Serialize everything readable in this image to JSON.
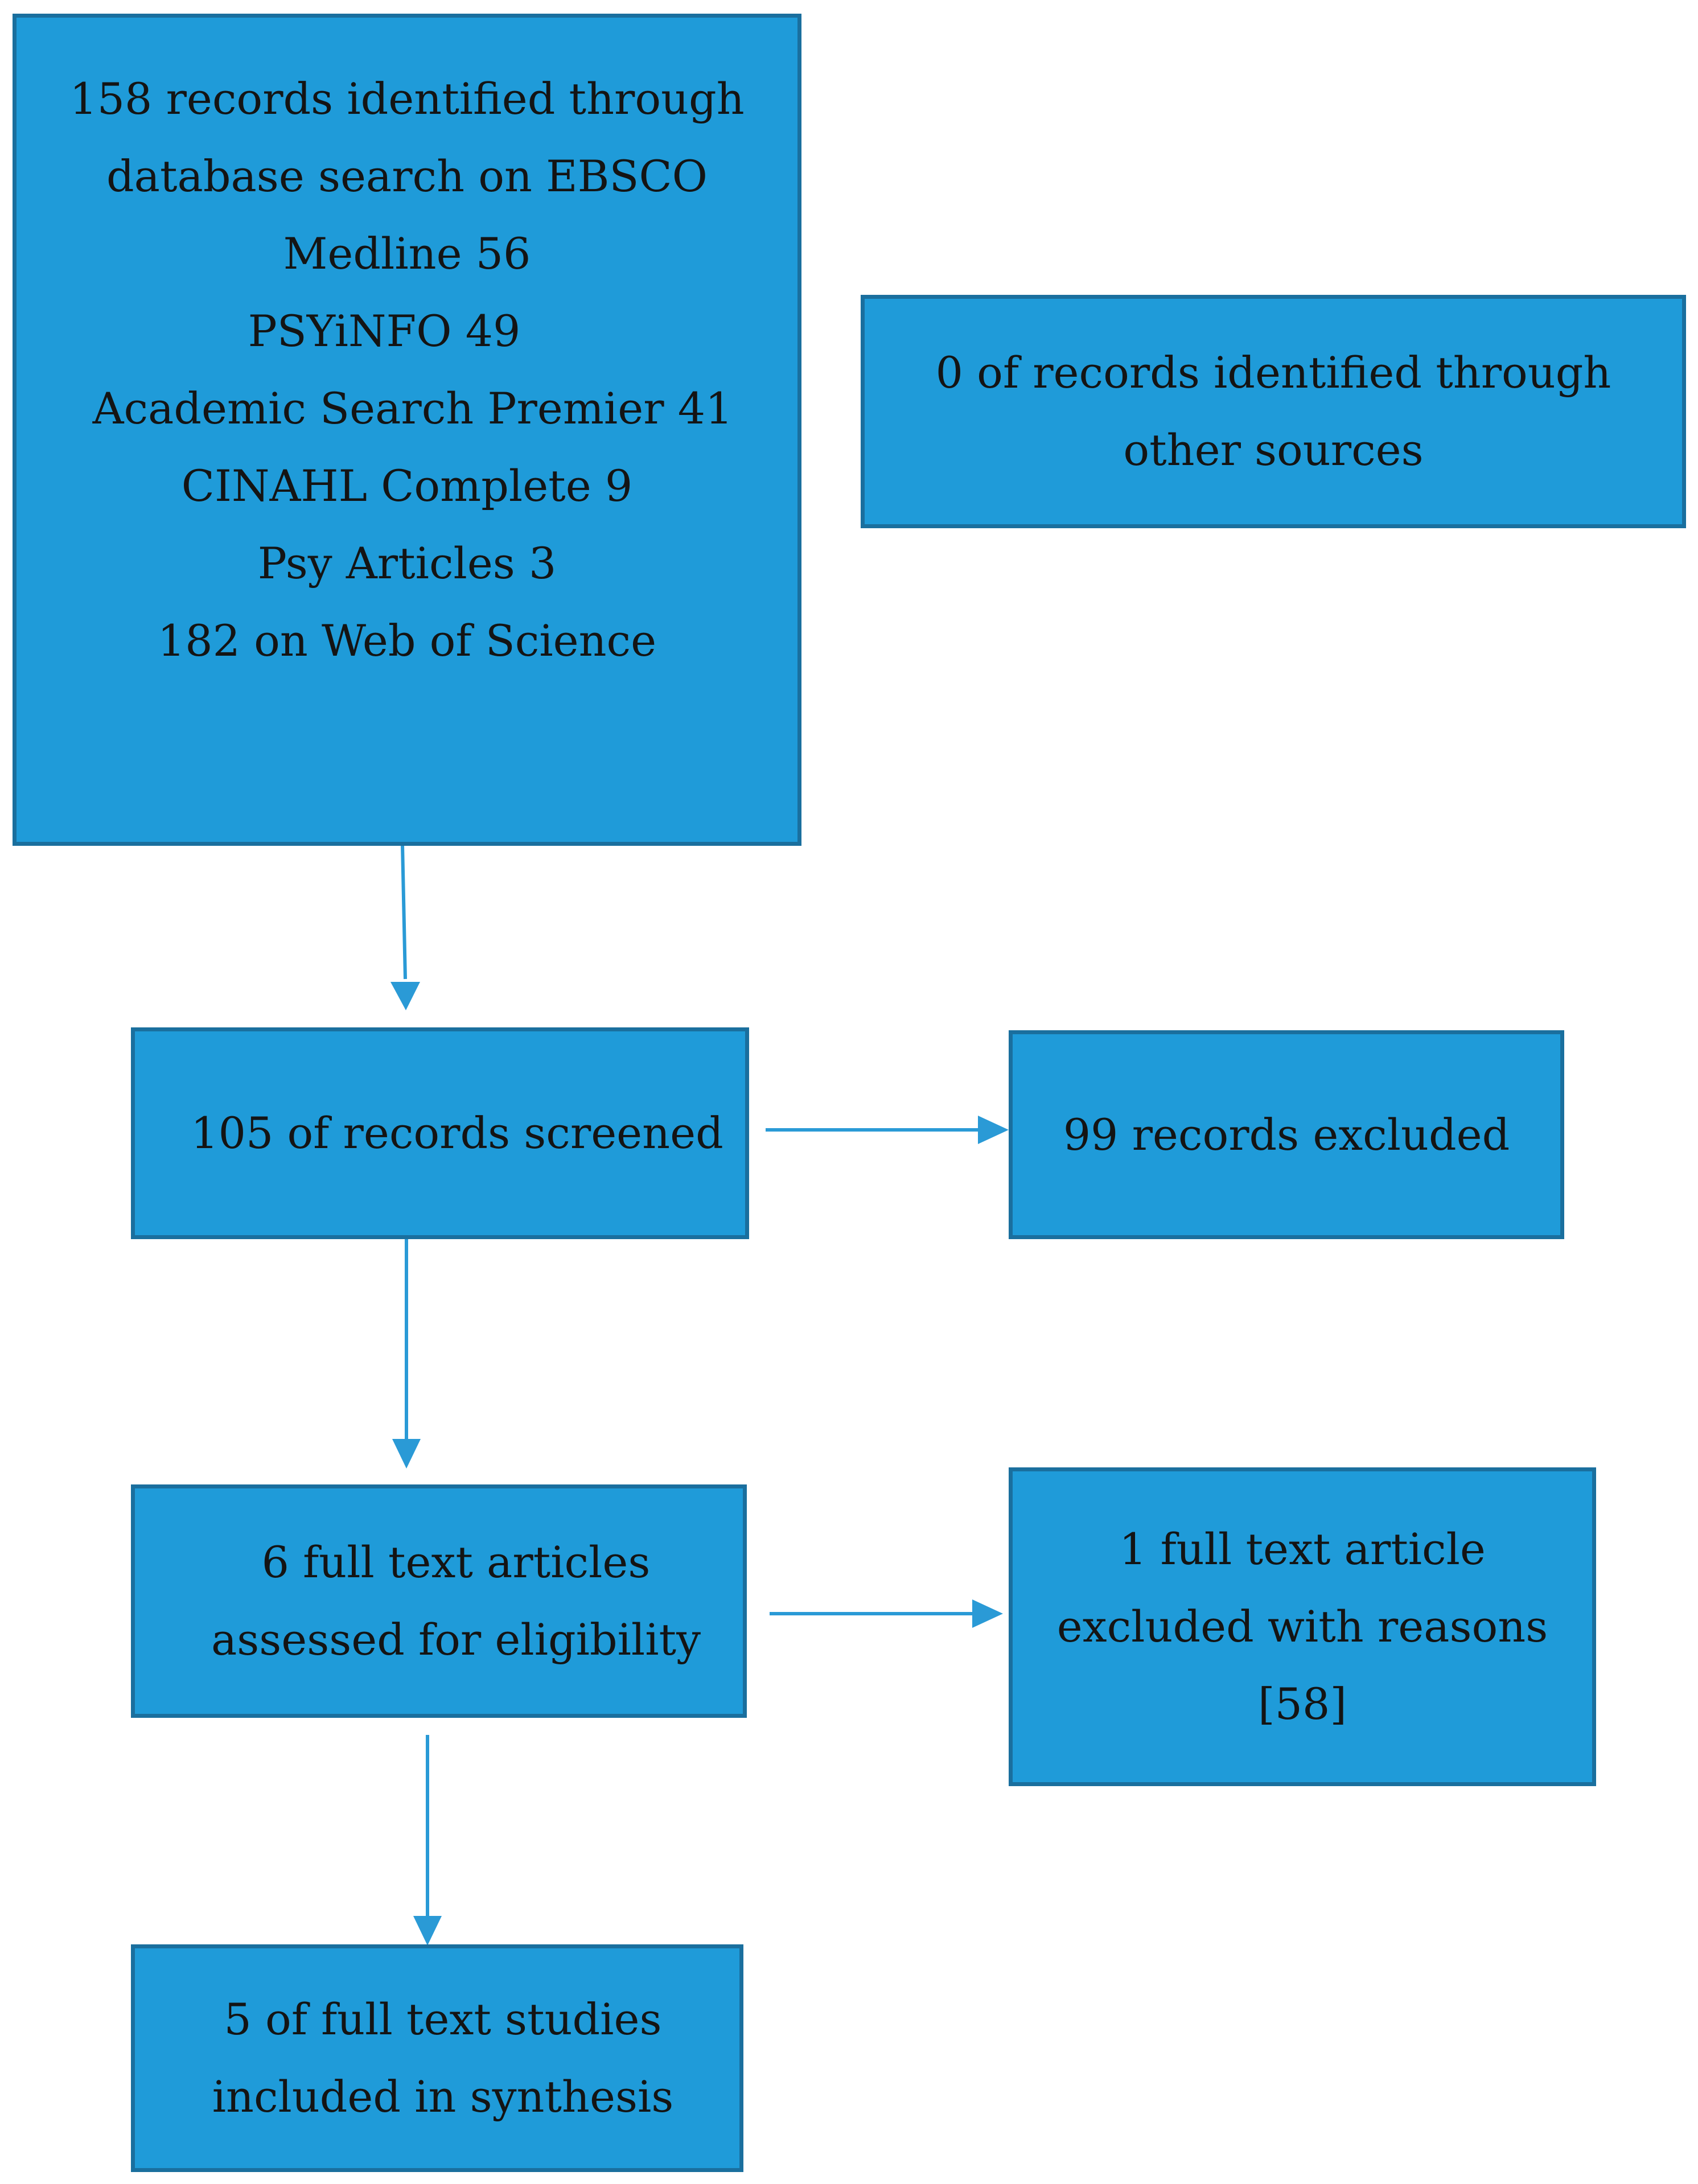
{
  "colors": {
    "box_fill": "#1f9bd9",
    "box_border": "#1a6f9e",
    "arrow": "#2a9ad6",
    "text": "#141414"
  },
  "boxes": {
    "database_search": {
      "lines": [
        "158 records identified through",
        "database search on EBSCO",
        "Medline 56",
        "PSYiNFO 49",
        "Academic Search Premier 41",
        "CINAHL Complete 9",
        "Psy Articles 3",
        "182 on Web of Science"
      ]
    },
    "other_sources": {
      "lines": [
        "0 of records identified through",
        "other sources"
      ]
    },
    "screened": {
      "lines": [
        "105 of records screened"
      ]
    },
    "excluded": {
      "lines": [
        "99 records excluded"
      ]
    },
    "eligibility": {
      "lines": [
        "6 full text articles",
        "assessed for eligibility"
      ]
    },
    "fulltext_excluded": {
      "lines": [
        "1 full text article",
        "excluded with reasons",
        "[58]"
      ]
    },
    "included": {
      "lines": [
        "5 of full text studies",
        "included in synthesis"
      ]
    }
  }
}
